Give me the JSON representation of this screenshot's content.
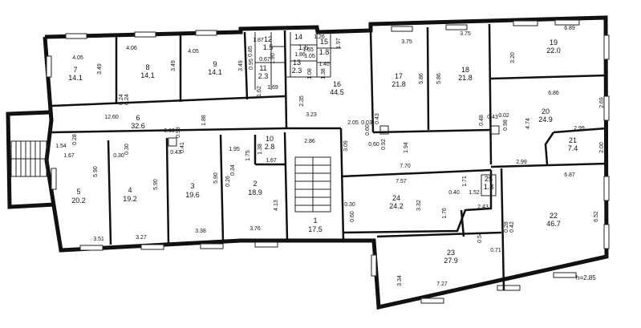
{
  "rooms": [
    {
      "num": "1",
      "area": "17.5"
    },
    {
      "num": "2",
      "area": "18.9"
    },
    {
      "num": "3",
      "area": "19.6"
    },
    {
      "num": "4",
      "area": "19.2"
    },
    {
      "num": "5",
      "area": "20.2"
    },
    {
      "num": "6",
      "area": "32.6"
    },
    {
      "num": "7",
      "area": "14.1"
    },
    {
      "num": "8",
      "area": "14.1"
    },
    {
      "num": "9",
      "area": "14.1"
    },
    {
      "num": "10",
      "area": "2.8"
    },
    {
      "num": "11",
      "area": "2.3"
    },
    {
      "num": "12",
      "area": "1.5"
    },
    {
      "num": "13",
      "area": "2.3"
    },
    {
      "num": "14",
      "area": "1.6"
    },
    {
      "num": "15",
      "area": "1.8"
    },
    {
      "num": "16",
      "area": "44.5"
    },
    {
      "num": "17",
      "area": "21.8"
    },
    {
      "num": "18",
      "area": "21.8"
    },
    {
      "num": "19",
      "area": "22.0"
    },
    {
      "num": "20",
      "area": "24.9"
    },
    {
      "num": "21",
      "area": "7.4"
    },
    {
      "num": "22",
      "area": "46.7"
    },
    {
      "num": "23",
      "area": "27.9"
    },
    {
      "num": "24",
      "area": "24.2"
    },
    {
      "num": "25",
      "area": "1.3"
    }
  ],
  "dimensions": [
    "4.05",
    "3.49",
    "4.06",
    "3.49",
    "4.05",
    "3.49",
    "3.75",
    "3.75",
    "6.89",
    "3.20",
    "5.86",
    "5.86",
    "6.86",
    "2.69",
    "4.74",
    "2.99",
    "2.00",
    "2.99",
    "6.87",
    "6.52",
    "7.70",
    "7.57",
    "3.32",
    "1.76",
    "1.71",
    "1.52",
    "2.43",
    "0.40",
    "0.28",
    "0.42",
    "0.54",
    "0.71",
    "3.34",
    "7.27",
    "3.51",
    "3.27",
    "3.38",
    "3.76",
    "4.13",
    "5.90",
    "5.90",
    "5.90",
    "12.60",
    "1.88",
    "0.60",
    "0.99",
    "0.43",
    "0.41",
    "0.30",
    "0.30",
    "1.54",
    "0.28",
    "1.67",
    "1.95",
    "1.75",
    "1.38",
    "1.67",
    "0.34",
    "0.26",
    "2.86",
    "3.09",
    "3.23",
    "2.35",
    "1.69",
    "1.62",
    "0.24",
    "0.24",
    "2.05",
    "0.03",
    "0.60",
    "0.43",
    "0.60",
    "0.92",
    "1.94",
    "0.48",
    "0.43",
    "0.02",
    "0.98",
    "0.30",
    "0.60",
    "1.87",
    "1.26",
    "1.05",
    "1.97",
    "1.40",
    "1.08",
    "1.38",
    "0.85",
    "0.67",
    "0.95",
    "1.65",
    "1.90",
    "1.86"
  ],
  "height_note": "h=2.85"
}
